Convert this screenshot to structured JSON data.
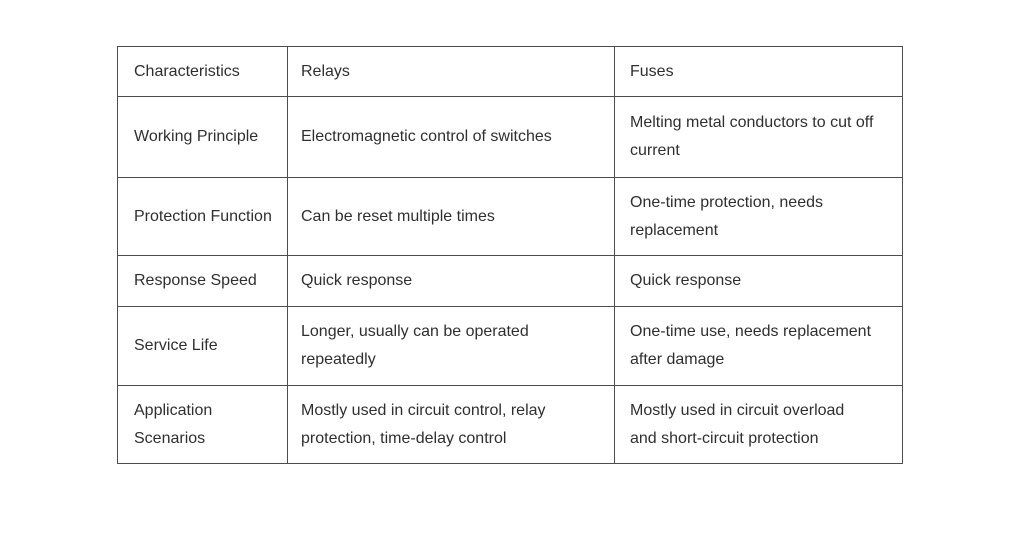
{
  "page": {
    "background_color": "#ffffff",
    "text_color": "#2f2f2f",
    "border_color": "#4d4d4d"
  },
  "table": {
    "columns": {
      "characteristics": "Characteristics",
      "relays": "Relays",
      "fuses": "Fuses"
    },
    "rows": [
      {
        "characteristic": "Working Principle",
        "relays": "Electromagnetic control of switches",
        "fuses": "Melting metal conductors to cut off current"
      },
      {
        "characteristic": "Protection Function",
        "relays": "Can be reset multiple times",
        "fuses": "One-time protection, needs replacement"
      },
      {
        "characteristic": "Response Speed",
        "relays": "Quick response",
        "fuses": "Quick response"
      },
      {
        "characteristic": "Service Life",
        "relays": "Longer, usually can be operated repeatedly",
        "fuses": "One-time use, needs replacement after damage"
      },
      {
        "characteristic": "Application Scenarios",
        "relays": "Mostly used in circuit control, relay protection, time-delay control",
        "fuses": "Mostly used in circuit overload and short-circuit protection"
      }
    ]
  }
}
